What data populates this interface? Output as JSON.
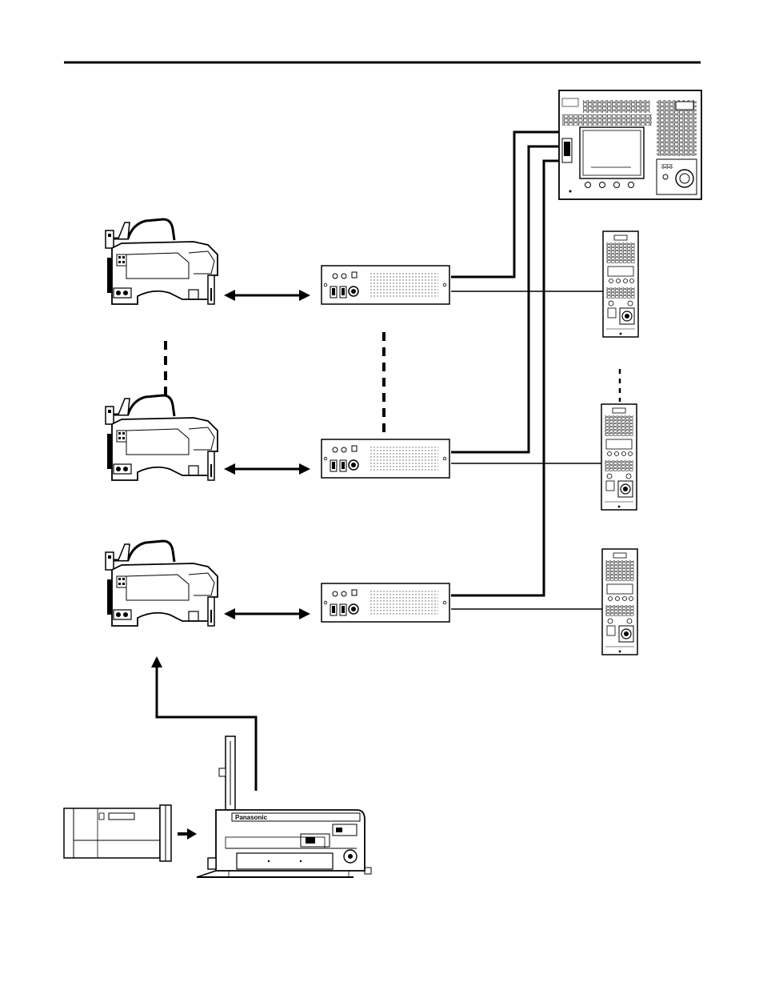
{
  "diagram": {
    "brand_label": "Panasonic",
    "cameras": [
      {
        "id": "camera-1"
      },
      {
        "id": "camera-2"
      },
      {
        "id": "camera-3"
      }
    ],
    "camera_control_units": [
      {
        "id": "ccu-1"
      },
      {
        "id": "ccu-2"
      },
      {
        "id": "ccu-3"
      }
    ],
    "remote_operation_panels": [
      {
        "id": "rop-1"
      },
      {
        "id": "rop-2"
      },
      {
        "id": "rop-3"
      }
    ],
    "master_control_panel": {
      "id": "master-control-panel"
    },
    "studio_adapter": {
      "id": "studio-adapter"
    },
    "lens": {
      "id": "studio-lens"
    }
  },
  "colors": {
    "ink": "#000000",
    "paper": "#ffffff",
    "gray": "#8a8a8a"
  }
}
